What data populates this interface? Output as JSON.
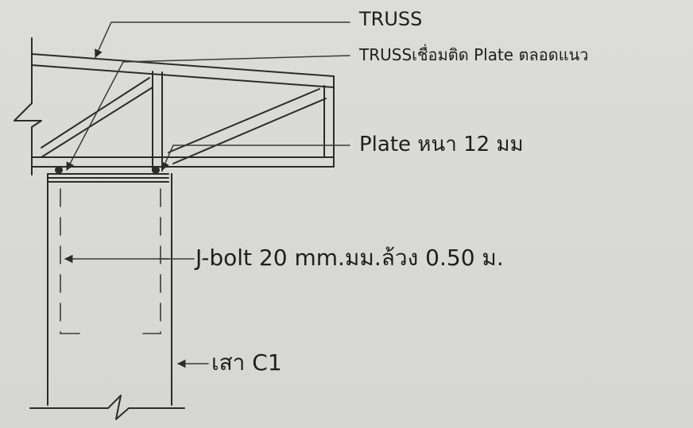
{
  "labels": {
    "truss": "TRUSS",
    "truss_weld": "TRUSSเชื่อมติด Plate ตลอดแนว",
    "plate": "Plate หนา 12 มม",
    "jbolt": "J-bolt 20 mm.มม.ล้วง 0.50 ม.",
    "column": "เสา C1"
  },
  "colors": {
    "line": "#2b2b2b",
    "background": "#d9d9d6"
  }
}
